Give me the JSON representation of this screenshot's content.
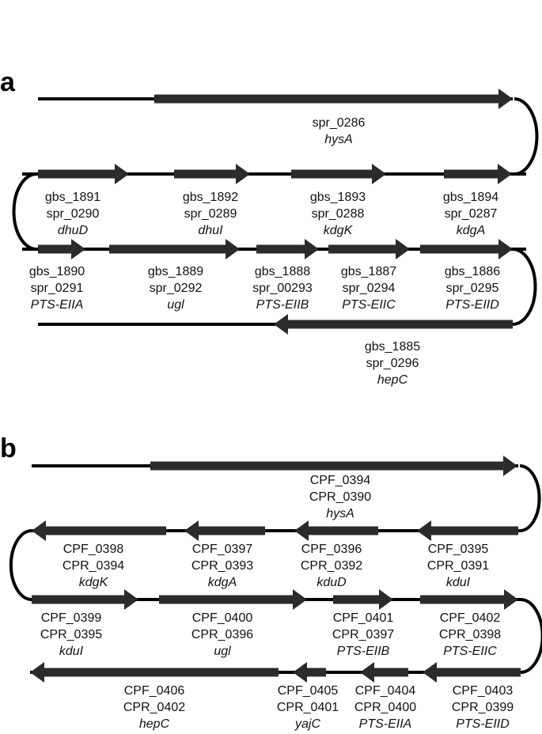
{
  "colors": {
    "line": "#000000",
    "arrow": "#2b2b2b",
    "text": "#111111"
  },
  "panels": [
    {
      "letter": "a",
      "genes": [
        {
          "lines": [
            "spr_0286",
            "hysA"
          ]
        },
        {
          "lines": [
            "gbs_1891",
            "spr_0290",
            "dhuD"
          ]
        },
        {
          "lines": [
            "gbs_1892",
            "spr_0289",
            "dhuI"
          ]
        },
        {
          "lines": [
            "gbs_1893",
            "spr_0288",
            "kdgK"
          ]
        },
        {
          "lines": [
            "gbs_1894",
            "spr_0287",
            "kdgA"
          ]
        },
        {
          "lines": [
            "gbs_1890",
            "spr_0291",
            "PTS-EIIA"
          ]
        },
        {
          "lines": [
            "gbs_1889",
            "spr_0292",
            "ugl"
          ]
        },
        {
          "lines": [
            "gbs_1888",
            "spr_00293",
            "PTS-EIIB"
          ]
        },
        {
          "lines": [
            "gbs_1887",
            "spr_0294",
            "PTS-EIIC"
          ]
        },
        {
          "lines": [
            "gbs_1886",
            "spr_0295",
            "PTS-EIID"
          ]
        },
        {
          "lines": [
            "gbs_1885",
            "spr_0296",
            "hepC"
          ]
        }
      ]
    },
    {
      "letter": "b",
      "genes": [
        {
          "lines": [
            "CPF_0394",
            "CPR_0390",
            "hysA"
          ]
        },
        {
          "lines": [
            "CPF_0398",
            "CPR_0394",
            "kdgK"
          ]
        },
        {
          "lines": [
            "CPF_0397",
            "CPR_0393",
            "kdgA"
          ]
        },
        {
          "lines": [
            "CPF_0396",
            "CPR_0392",
            "kduD"
          ]
        },
        {
          "lines": [
            "CPF_0395",
            "CPR_0391",
            "kduI"
          ]
        },
        {
          "lines": [
            "CPF_0399",
            "CPR_0395",
            "kduI"
          ]
        },
        {
          "lines": [
            "CPF_0400",
            "CPR_0396",
            "ugl"
          ]
        },
        {
          "lines": [
            "CPF_0401",
            "CPR_0397",
            "PTS-EIIB"
          ]
        },
        {
          "lines": [
            "CPF_0402",
            "CPR_0398",
            "PTS-EIIC"
          ]
        },
        {
          "lines": [
            "CPF_0406",
            "CPR_0402",
            "hepC"
          ]
        },
        {
          "lines": [
            "CPF_0405",
            "CPR_0401",
            "yajC"
          ]
        },
        {
          "lines": [
            "CPF_0404",
            "CPR_0400",
            "PTS-EIIA"
          ]
        },
        {
          "lines": [
            "CPF_0403",
            "CPR_0399",
            "PTS-EIID"
          ]
        }
      ]
    }
  ]
}
